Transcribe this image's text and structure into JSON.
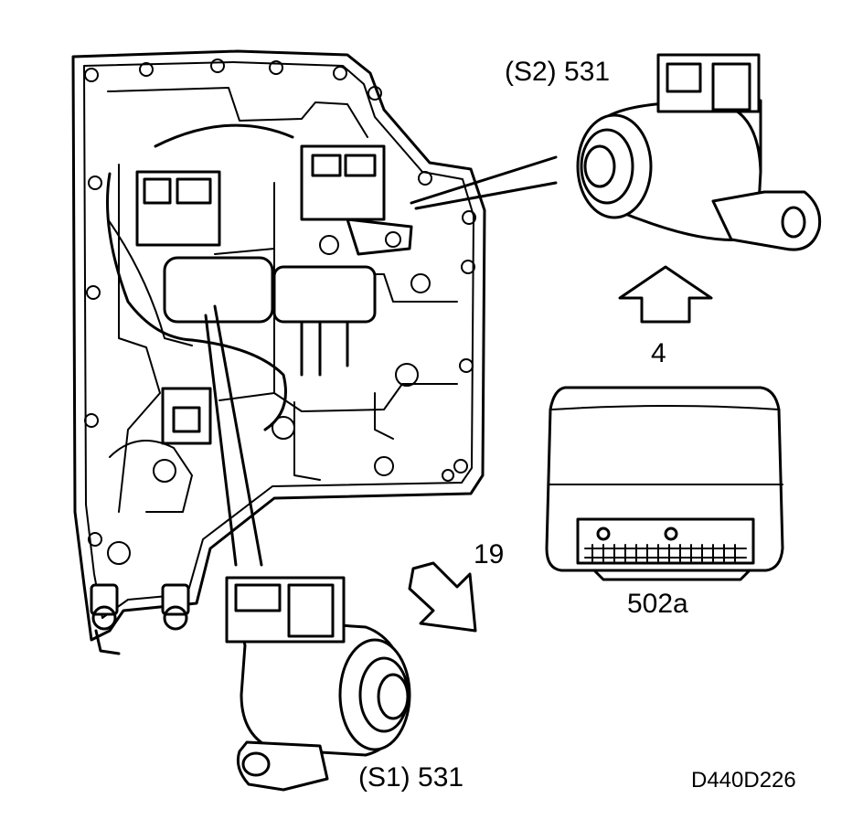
{
  "labels": {
    "solenoid_s2": "(S2) 531",
    "arrow_up_ref": "4",
    "arrow_diag_ref": "19",
    "control_module": "502a",
    "solenoid_s1": "(S1) 531",
    "drawing_code": "D440D226"
  },
  "colors": {
    "ink": "#000000",
    "paper": "#ffffff"
  }
}
